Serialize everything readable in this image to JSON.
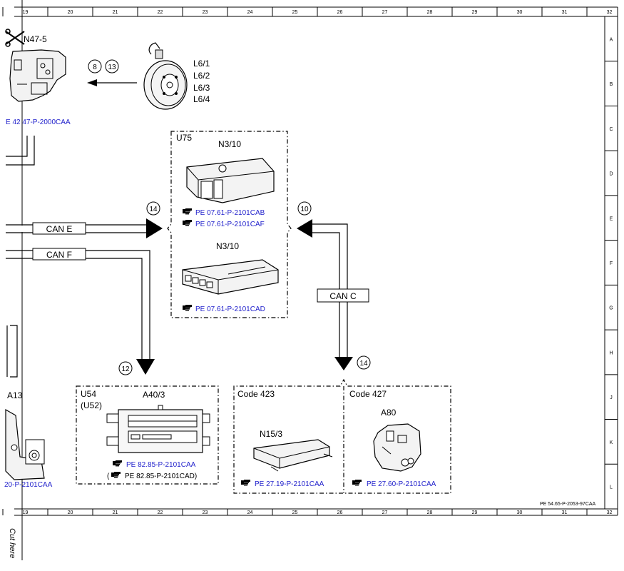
{
  "columns": [
    "19",
    "20",
    "21",
    "22",
    "23",
    "24",
    "25",
    "26",
    "27",
    "28",
    "29",
    "30",
    "31",
    "32"
  ],
  "rows": [
    "A",
    "B",
    "C",
    "D",
    "E",
    "F",
    "G",
    "H",
    "J",
    "K",
    "L"
  ],
  "doc_code": "PE 54.65-P-2053-97CAA",
  "cut_here": "Cut here",
  "n47": {
    "label": "N47-5",
    "ref": "E 42 47-P-2000CAA",
    "callouts": [
      "8",
      "13"
    ]
  },
  "wheel": {
    "labels": [
      "L6/1",
      "L6/2",
      "L6/3",
      "L6/4"
    ]
  },
  "u75": {
    "title": "U75",
    "module1_label": "N3/10",
    "module1_refs": [
      "PE 07.61-P-2101CAB",
      "PE 07.61-P-2101CAF"
    ],
    "module2_label": "N3/10",
    "module2_ref": "PE 07.61-P-2101CAD"
  },
  "can_e": {
    "label": "CAN E",
    "callout": "14"
  },
  "can_f": {
    "label": "CAN F",
    "callout": "12"
  },
  "can_c": {
    "label": "CAN C",
    "callout_top": "10",
    "callout_bottom": "14"
  },
  "a13": {
    "label": "A13",
    "ref": "20-P-2101CAA"
  },
  "u54": {
    "title1": "U54",
    "title2": "(U52)",
    "label": "A40/3",
    "ref1": "PE 82.85-P-2101CAA",
    "ref2_open": "(",
    "ref2": "PE 82.85-P-2101CAD)"
  },
  "code423": {
    "title": "Code 423",
    "label": "N15/3",
    "ref": "PE 27.19-P-2101CAA"
  },
  "code427": {
    "title": "Code 427",
    "label": "A80",
    "ref": "PE 27.60-P-2101CAA"
  }
}
